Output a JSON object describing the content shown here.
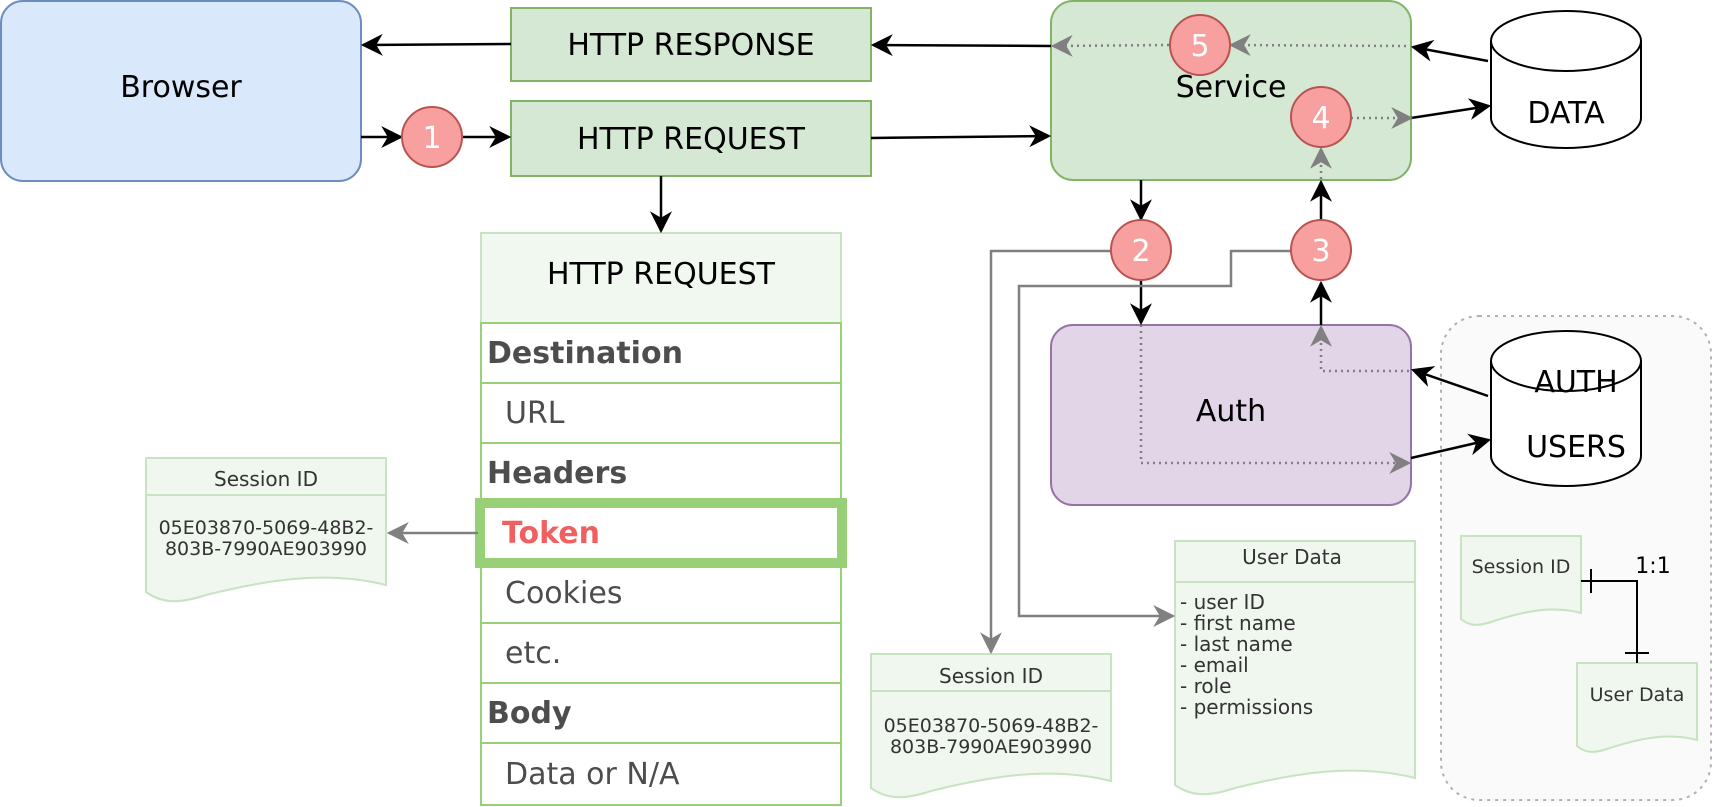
{
  "nodes": {
    "browser": "Browser",
    "http_response": "HTTP RESPONSE",
    "http_request": "HTTP REQUEST",
    "service": "Service",
    "data_db": "DATA",
    "auth": "Auth",
    "auth_db_line1": "AUTH",
    "auth_db_line2": "USERS"
  },
  "steps": [
    "1",
    "2",
    "3",
    "4",
    "5"
  ],
  "request_table": {
    "title": "HTTP REQUEST",
    "sections": {
      "destination": "Destination",
      "url": "URL",
      "headers": "Headers",
      "token": "Token",
      "cookies": "Cookies",
      "etc": "etc.",
      "body": "Body",
      "data": "Data or N/A"
    }
  },
  "session_doc_left": {
    "title": "Session ID",
    "line1": "05E03870-5069-48B2-",
    "line2": "803B-7990AE903990"
  },
  "session_doc_bottom": {
    "title": "Session ID",
    "line1": "05E03870-5069-48B2-",
    "line2": "803B-7990AE903990"
  },
  "user_data_doc": {
    "title": "User Data",
    "fields": [
      "- user ID",
      "- first name",
      "- last name",
      "- email",
      "- role",
      "- permissions"
    ]
  },
  "relation": {
    "session": "Session ID",
    "user": "User Data",
    "cardinality": "1:1"
  },
  "colors": {
    "browser_fill": "#dae8fc",
    "browser_stroke": "#6c8ebf",
    "green_fill": "#d5e8d4",
    "green_stroke": "#82b366",
    "auth_fill": "#e1d5e7",
    "auth_stroke": "#9673a6",
    "step_fill": "#f8a0a0",
    "step_stroke": "#b85450",
    "token_text": "#f06060",
    "token_border": "#97d077"
  }
}
